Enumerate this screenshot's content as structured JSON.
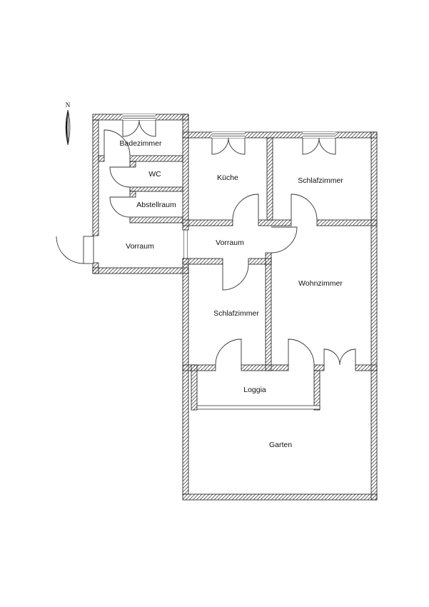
{
  "compass": {
    "label": "N"
  },
  "rooms": [
    {
      "name": "Badezimmer"
    },
    {
      "name": "WC"
    },
    {
      "name": "Abstellraum"
    },
    {
      "name": "Vorraum"
    },
    {
      "name": "Küche"
    },
    {
      "name": "Schlafzimmer"
    },
    {
      "name": "Vorraum"
    },
    {
      "name": "Wohnzimmer"
    },
    {
      "name": "Schlafzimmer"
    },
    {
      "name": "Loggia"
    },
    {
      "name": "Garten"
    }
  ],
  "colors": {
    "walls": "#4a4a4a",
    "lines": "#1a1a1a",
    "labels": "#111111",
    "background": "#ffffff"
  }
}
